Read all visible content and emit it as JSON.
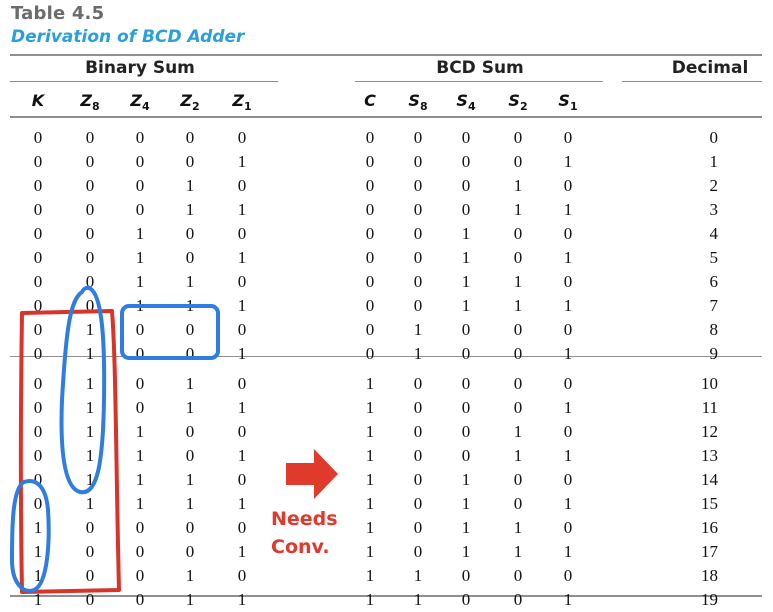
{
  "table": {
    "title": "Table 4.5",
    "subtitle": "Derivation of BCD Adder",
    "group_headers": {
      "binary_sum": "Binary Sum",
      "bcd_sum": "BCD Sum",
      "decimal": "Decimal"
    },
    "binary_columns": [
      {
        "letter": "K",
        "sub": ""
      },
      {
        "letter": "Z",
        "sub": "8"
      },
      {
        "letter": "Z",
        "sub": "4"
      },
      {
        "letter": "Z",
        "sub": "2"
      },
      {
        "letter": "Z",
        "sub": "1"
      }
    ],
    "bcd_columns": [
      {
        "letter": "C",
        "sub": ""
      },
      {
        "letter": "S",
        "sub": "8"
      },
      {
        "letter": "S",
        "sub": "4"
      },
      {
        "letter": "S",
        "sub": "2"
      },
      {
        "letter": "S",
        "sub": "1"
      }
    ],
    "rows": [
      {
        "binary": [
          "0",
          "0",
          "0",
          "0",
          "0"
        ],
        "bcd": [
          "0",
          "0",
          "0",
          "0",
          "0"
        ],
        "decimal": "0"
      },
      {
        "binary": [
          "0",
          "0",
          "0",
          "0",
          "1"
        ],
        "bcd": [
          "0",
          "0",
          "0",
          "0",
          "1"
        ],
        "decimal": "1"
      },
      {
        "binary": [
          "0",
          "0",
          "0",
          "1",
          "0"
        ],
        "bcd": [
          "0",
          "0",
          "0",
          "1",
          "0"
        ],
        "decimal": "2"
      },
      {
        "binary": [
          "0",
          "0",
          "0",
          "1",
          "1"
        ],
        "bcd": [
          "0",
          "0",
          "0",
          "1",
          "1"
        ],
        "decimal": "3"
      },
      {
        "binary": [
          "0",
          "0",
          "1",
          "0",
          "0"
        ],
        "bcd": [
          "0",
          "0",
          "1",
          "0",
          "0"
        ],
        "decimal": "4"
      },
      {
        "binary": [
          "0",
          "0",
          "1",
          "0",
          "1"
        ],
        "bcd": [
          "0",
          "0",
          "1",
          "0",
          "1"
        ],
        "decimal": "5"
      },
      {
        "binary": [
          "0",
          "0",
          "1",
          "1",
          "0"
        ],
        "bcd": [
          "0",
          "0",
          "1",
          "1",
          "0"
        ],
        "decimal": "6"
      },
      {
        "binary": [
          "0",
          "0",
          "1",
          "1",
          "1"
        ],
        "bcd": [
          "0",
          "0",
          "1",
          "1",
          "1"
        ],
        "decimal": "7"
      },
      {
        "binary": [
          "0",
          "1",
          "0",
          "0",
          "0"
        ],
        "bcd": [
          "0",
          "1",
          "0",
          "0",
          "0"
        ],
        "decimal": "8"
      },
      {
        "binary": [
          "0",
          "1",
          "0",
          "0",
          "1"
        ],
        "bcd": [
          "0",
          "1",
          "0",
          "0",
          "1"
        ],
        "decimal": "9"
      },
      {
        "binary": [
          "0",
          "1",
          "0",
          "1",
          "0"
        ],
        "bcd": [
          "1",
          "0",
          "0",
          "0",
          "0"
        ],
        "decimal": "10"
      },
      {
        "binary": [
          "0",
          "1",
          "0",
          "1",
          "1"
        ],
        "bcd": [
          "1",
          "0",
          "0",
          "0",
          "1"
        ],
        "decimal": "11"
      },
      {
        "binary": [
          "0",
          "1",
          "1",
          "0",
          "0"
        ],
        "bcd": [
          "1",
          "0",
          "0",
          "1",
          "0"
        ],
        "decimal": "12"
      },
      {
        "binary": [
          "0",
          "1",
          "1",
          "0",
          "1"
        ],
        "bcd": [
          "1",
          "0",
          "0",
          "1",
          "1"
        ],
        "decimal": "13"
      },
      {
        "binary": [
          "0",
          "1",
          "1",
          "1",
          "0"
        ],
        "bcd": [
          "1",
          "0",
          "1",
          "0",
          "0"
        ],
        "decimal": "14"
      },
      {
        "binary": [
          "0",
          "1",
          "1",
          "1",
          "1"
        ],
        "bcd": [
          "1",
          "0",
          "1",
          "0",
          "1"
        ],
        "decimal": "15"
      },
      {
        "binary": [
          "1",
          "0",
          "0",
          "0",
          "0"
        ],
        "bcd": [
          "1",
          "0",
          "1",
          "1",
          "0"
        ],
        "decimal": "16"
      },
      {
        "binary": [
          "1",
          "0",
          "0",
          "0",
          "1"
        ],
        "bcd": [
          "1",
          "0",
          "1",
          "1",
          "1"
        ],
        "decimal": "17"
      },
      {
        "binary": [
          "1",
          "0",
          "0",
          "1",
          "0"
        ],
        "bcd": [
          "1",
          "1",
          "0",
          "0",
          "0"
        ],
        "decimal": "18"
      },
      {
        "binary": [
          "1",
          "0",
          "0",
          "1",
          "1"
        ],
        "bcd": [
          "1",
          "1",
          "0",
          "0",
          "1"
        ],
        "decimal": "19"
      }
    ]
  },
  "annotation": {
    "line1": "Needs",
    "line2": "Conv.",
    "red_color": "#d7342a",
    "blue_color": "#2f7de0"
  }
}
